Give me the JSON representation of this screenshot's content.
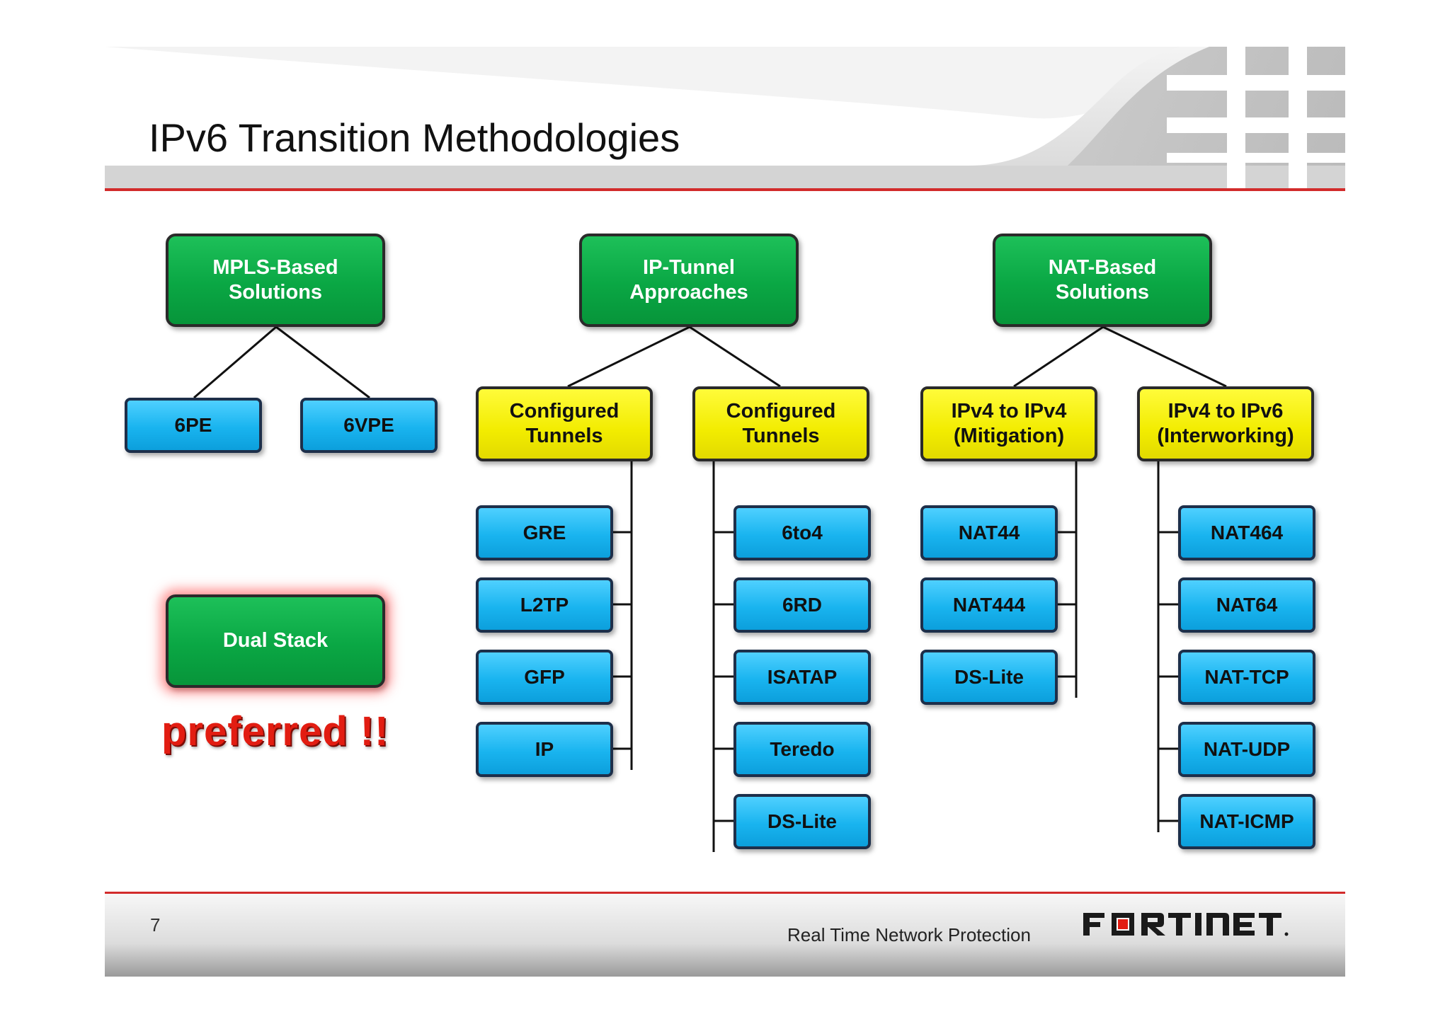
{
  "title": "IPv6 Transition Methodologies",
  "page_number": "7",
  "tagline": "Real Time Network Protection",
  "logo_text": "FORTINET",
  "annotation": "preferred !!",
  "categories": {
    "mpls": {
      "label": "MPLS-Based\nSolutions",
      "children": [
        "6PE",
        "6VPE"
      ]
    },
    "ip_tunnel": {
      "label": "IP-Tunnel\nApproaches",
      "groups": [
        {
          "label": "Configured\nTunnels",
          "items": [
            "GRE",
            "L2TP",
            "GFP",
            "IP"
          ]
        },
        {
          "label": "Configured\nTunnels",
          "items": [
            "6to4",
            "6RD",
            "ISATAP",
            "Teredo",
            "DS-Lite"
          ]
        }
      ]
    },
    "nat": {
      "label": "NAT-Based\nSolutions",
      "groups": [
        {
          "label": "IPv4 to IPv4\n(Mitigation)",
          "items": [
            "NAT44",
            "NAT444",
            "DS-Lite"
          ]
        },
        {
          "label": "IPv4 to IPv6\n(Interworking)",
          "items": [
            "NAT464",
            "NAT64",
            "NAT-TCP",
            "NAT-UDP",
            "NAT-ICMP"
          ]
        }
      ]
    },
    "dual_stack": {
      "label": "Dual Stack"
    }
  },
  "colors": {
    "accent_red": "#d22b2b",
    "green_box": "#0aa744",
    "yellow_box": "#f2ec00",
    "blue_box": "#19b4ef",
    "preferred_text": "#e21d12"
  }
}
